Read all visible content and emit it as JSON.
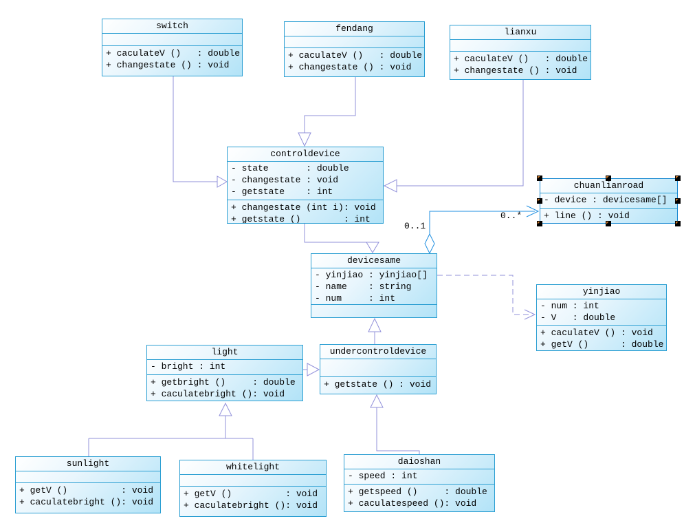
{
  "colors": {
    "box_border": "#2a9ed2",
    "box_fill_light": "#ffffff",
    "box_fill_dark": "#b2e3f7",
    "generalization_line": "#9190da",
    "association_line": "#1f8fe0",
    "text": "#000000",
    "selection_handle": "#000000",
    "selection_handle_accent": "#c8762a"
  },
  "classes": {
    "switch": {
      "name": "switch",
      "attributes": [],
      "methods": [
        "+ caculateV ()   : double",
        "+ changestate () : void"
      ]
    },
    "fendang": {
      "name": "fendang",
      "attributes": [],
      "methods": [
        "+ caculateV ()   : double",
        "+ changestate () : void"
      ]
    },
    "lianxu": {
      "name": "lianxu",
      "attributes": [],
      "methods": [
        "+ caculateV ()   : double",
        "+ changestate () : void"
      ]
    },
    "controldevice": {
      "name": "controldevice",
      "attributes": [
        "- state       : double",
        "- changestate : void",
        "- getstate    : int"
      ],
      "methods": [
        "+ changestate (int i): void",
        "+ getstate ()        : int"
      ]
    },
    "chuanlianroad": {
      "name": "chuanlianroad",
      "attributes": [
        "- device : devicesame[]"
      ],
      "methods": [
        "+ line () : void"
      ],
      "selected": true
    },
    "devicesame": {
      "name": "devicesame",
      "attributes": [
        "- yinjiao : yinjiao[]",
        "- name    : string",
        "- num     : int"
      ],
      "methods": []
    },
    "yinjiao": {
      "name": "yinjiao",
      "attributes": [
        "- num : int",
        "- V   : double"
      ],
      "methods": [
        "+ caculateV () : void",
        "+ getV ()      : double"
      ]
    },
    "light": {
      "name": "light",
      "attributes": [
        "- bright : int"
      ],
      "methods": [
        "+ getbright ()     : double",
        "+ caculatebright (): void"
      ]
    },
    "undercontroldevice": {
      "name": "undercontroldevice",
      "attributes": [],
      "methods": [
        "+ getstate () : void"
      ]
    },
    "sunlight": {
      "name": "sunlight",
      "attributes": [],
      "methods": [
        "+ getV ()          : void",
        "+ caculatebright (): void"
      ]
    },
    "whitelight": {
      "name": "whitelight",
      "attributes": [],
      "methods": [
        "+ getV ()          : void",
        "+ caculatebright (): void"
      ]
    },
    "daioshan": {
      "name": "daioshan",
      "attributes": [
        "- speed : int"
      ],
      "methods": [
        "+ getspeed ()     : double",
        "+ caculatespeed (): void"
      ]
    }
  },
  "labels": {
    "multiplicity_near_diamond": "0..1",
    "multiplicity_near_arrow": "0..*"
  },
  "relationships": [
    {
      "type": "generalization",
      "from": "switch",
      "to": "controldevice"
    },
    {
      "type": "generalization",
      "from": "fendang",
      "to": "controldevice"
    },
    {
      "type": "generalization",
      "from": "lianxu",
      "to": "controldevice"
    },
    {
      "type": "generalization",
      "from": "controldevice",
      "to": "devicesame"
    },
    {
      "type": "generalization",
      "from": "undercontroldevice",
      "to": "devicesame"
    },
    {
      "type": "generalization",
      "from": "light",
      "to": "undercontroldevice"
    },
    {
      "type": "generalization",
      "from": "sunlight",
      "to": "light"
    },
    {
      "type": "generalization",
      "from": "whitelight",
      "to": "light"
    },
    {
      "type": "generalization",
      "from": "daioshan",
      "to": "undercontroldevice"
    },
    {
      "type": "aggregation",
      "from": "chuanlianroad",
      "to": "devicesame",
      "from_multiplicity": "0..*",
      "to_multiplicity": "0..1"
    },
    {
      "type": "dependency",
      "from": "devicesame",
      "to": "yinjiao"
    }
  ]
}
